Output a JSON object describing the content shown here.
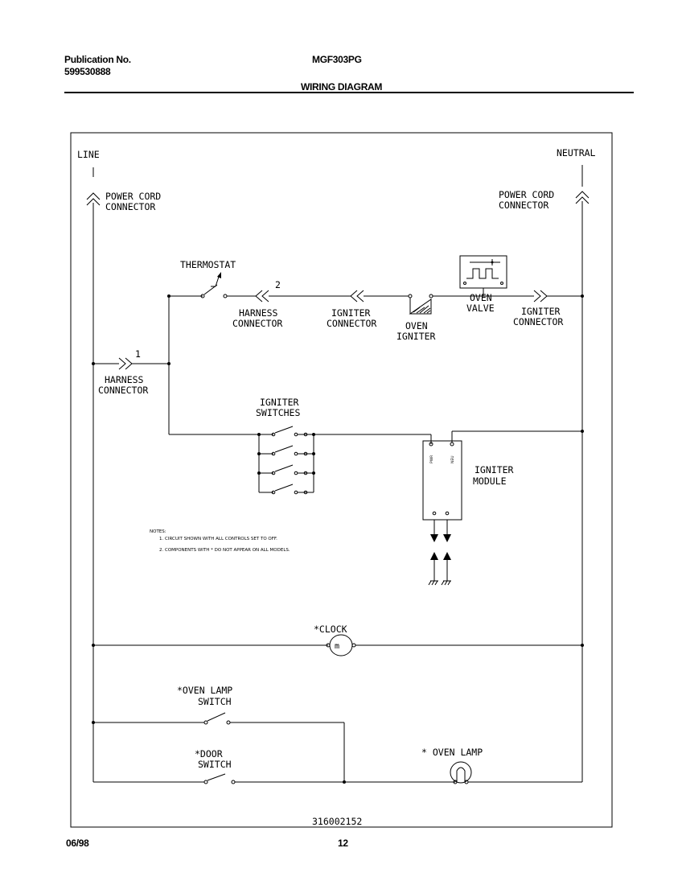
{
  "header": {
    "pub_label": "Publication No.",
    "pub_number": "599530888",
    "model": "MGF303PG",
    "section_title": "WIRING DIAGRAM"
  },
  "diagram": {
    "line": "LINE",
    "neutral": "NEUTRAL",
    "power_cord_left": [
      "POWER CORD",
      "CONNECTOR"
    ],
    "power_cord_right": [
      "POWER CORD",
      "CONNECTOR"
    ],
    "thermostat": "THERMOSTAT",
    "harness_connector_top": [
      "HARNESS",
      "CONNECTOR"
    ],
    "harness_number_top": "2",
    "igniter_connector_left": [
      "IGNITER",
      "CONNECTOR"
    ],
    "oven_igniter": [
      "OVEN",
      "IGNITER"
    ],
    "oven_valve": [
      "OVEN",
      "VALVE"
    ],
    "igniter_connector_right": [
      "IGNITER",
      "CONNECTOR"
    ],
    "harness_connector_left": [
      "HARNESS",
      "CONNECTOR"
    ],
    "harness_number_left": "1",
    "igniter_switches": [
      "IGNITER",
      "SWITCHES"
    ],
    "igniter_module": [
      "IGNITER",
      "MODULE"
    ],
    "module_terminal_pwr": "PWR",
    "module_terminal_neu": "NEU",
    "notes_title": "NOTES:",
    "note_1": "1. CIRCUIT SHOWN WITH ALL CONTROLS SET TO OFF.",
    "note_2": "2. COMPONENTS WITH * DO NOT APPEAR ON ALL MODELS.",
    "clock": "*CLOCK",
    "oven_lamp_switch": [
      "*OVEN LAMP",
      "SWITCH"
    ],
    "door_switch": [
      "*DOOR",
      "SWITCH"
    ],
    "oven_lamp": "* OVEN LAMP",
    "part_number": "316002152"
  },
  "footer": {
    "date": "06/98",
    "page": "12"
  }
}
